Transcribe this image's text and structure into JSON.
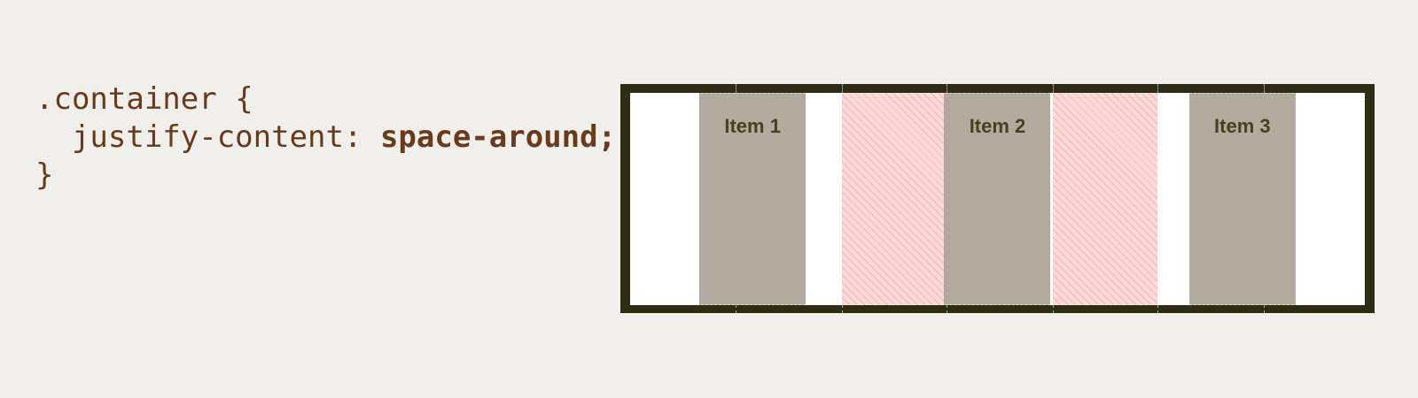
{
  "code": {
    "selector": ".container",
    "open_brace": "{",
    "property": "justify-content:",
    "value": "space-around;",
    "close_brace": "}"
  },
  "diagram": {
    "justify_content": "space-around",
    "items": [
      {
        "label": "Item 1"
      },
      {
        "label": "Item 2"
      },
      {
        "label": "Item 3"
      }
    ],
    "colors": {
      "page_background": "#f0efeb",
      "code_text": "#6b3a1a",
      "container_border": "#2e2c12",
      "container_fill": "#ffffff",
      "item_fill": "#b2aa9e",
      "item_text": "#4a3f1e",
      "gap_fill": "#fdd8d8"
    }
  }
}
